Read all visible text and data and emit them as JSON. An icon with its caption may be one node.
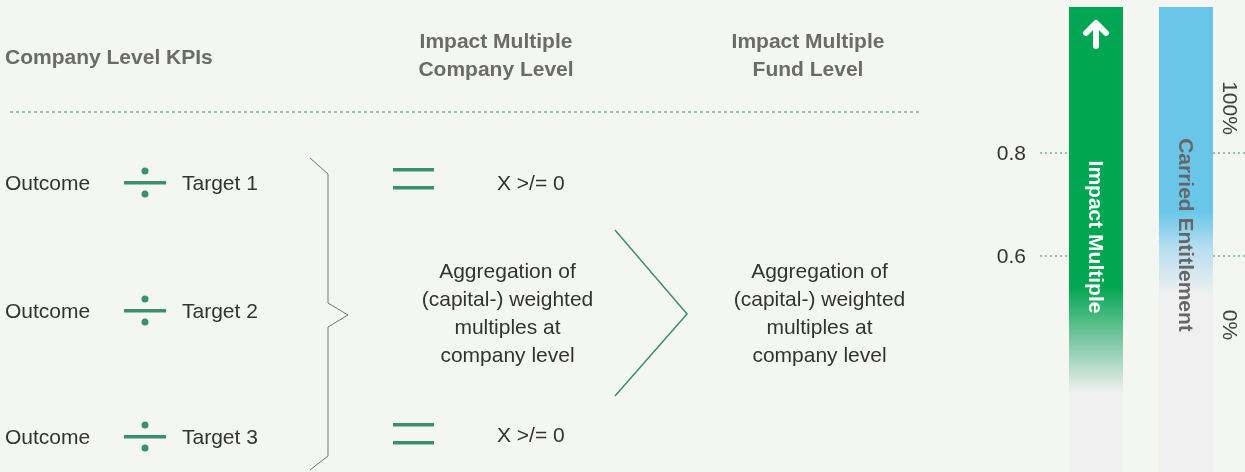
{
  "diagram": {
    "nodes": [
      {
        "text": [
          "Impact Multiple"
        ]
      },
      {
        "text": [
          "Carried Entitlement"
        ]
      }
    ],
    "edges": [],
    "labels": [
      "Impact Multiple Company Level",
      "Impact Multiple Fund Level",
      "Company Level KPIs",
      "100%",
      "0.8",
      "Outcome",
      "Target 1",
      "X >/= 0",
      "0.6",
      "Aggregation of (capital-) weighted multiples at company level",
      "Aggregation of (capital-) weighted multiples at company level",
      "Outcome",
      "Target 2",
      "0%",
      "Outcome",
      "Target 3",
      "X >/= 0"
    ]
  }
}
